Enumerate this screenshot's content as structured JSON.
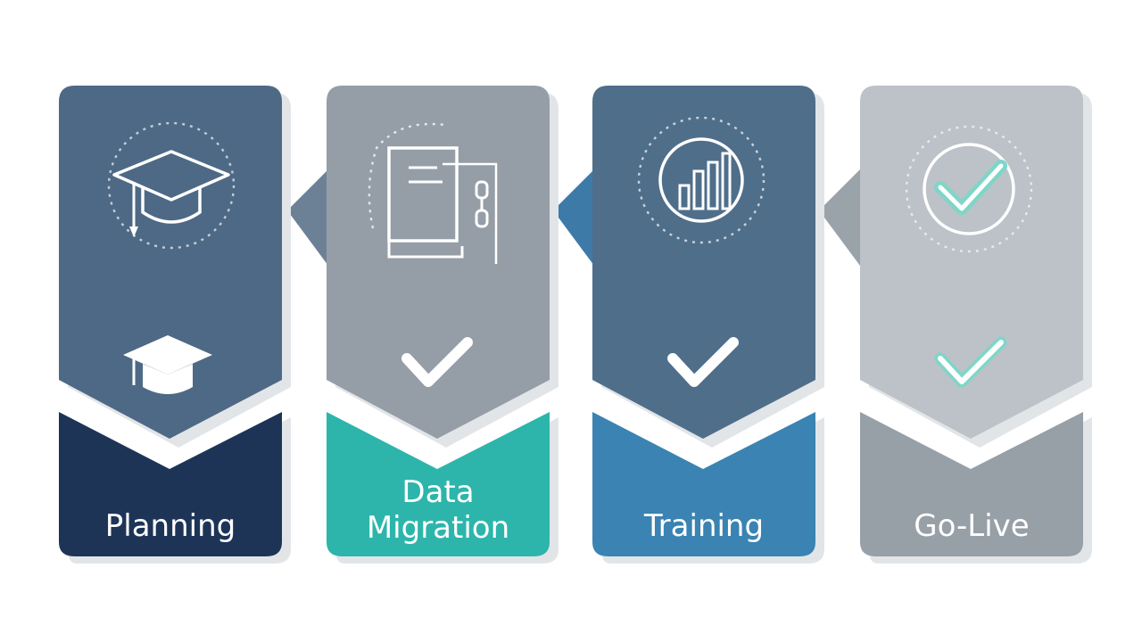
{
  "steps": [
    {
      "label": "Planning",
      "top_color": "#4e6985",
      "bottom_color": "#1e3457",
      "main_icon": "graduation-cap-icon",
      "status_icon": "graduation-cap-icon",
      "status_color": "#ffffff"
    },
    {
      "label": "Data Migration",
      "top_color": "#959ea7",
      "bottom_color": "#2db5ab",
      "main_icon": "book-icon",
      "status_icon": "check-icon",
      "status_color": "#ffffff"
    },
    {
      "label": "Training",
      "top_color": "#4f6e8a",
      "bottom_color": "#3a83b2",
      "main_icon": "bar-chart-icon",
      "status_icon": "check-icon",
      "status_color": "#ffffff"
    },
    {
      "label": "Go-Live",
      "top_color": "#bcc2c7",
      "bottom_color": "#979fa7",
      "main_icon": "check-circle-icon",
      "status_icon": "check-icon",
      "status_color": "#7ed6c8"
    }
  ]
}
